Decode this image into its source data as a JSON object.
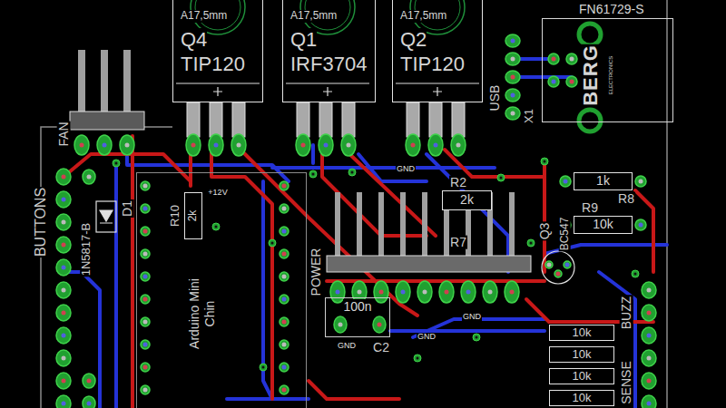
{
  "diagram": {
    "nodes": [
      {
        "text": [
          "A17,5mm",
          "Q4",
          "TIP120"
        ]
      },
      {
        "text": [
          "A17,5mm",
          "Q1",
          "IRF3704"
        ]
      },
      {
        "text": [
          "A17,5mm",
          "Q2",
          "TIP120"
        ]
      },
      {
        "text": [
          "FN61729-S",
          "BERG",
          "ELECTRONICS"
        ]
      },
      {
        "text": [
          "Arduino Mini Chin"
        ]
      },
      {
        "text": [
          "2k"
        ],
        "in": 4
      },
      {
        "text": [
          "2k"
        ]
      },
      {
        "text": [
          "1k"
        ]
      },
      {
        "text": [
          "10k"
        ]
      },
      {
        "text": [
          "100n"
        ]
      },
      {
        "text": [
          "10k"
        ]
      },
      {
        "text": [
          "10k"
        ]
      },
      {
        "text": [
          "10k"
        ]
      },
      {
        "text": [
          "10k"
        ]
      }
    ],
    "labels": [
      "FAN",
      "BUTTONS",
      "1N5817-B",
      "D1",
      "R10",
      "+12V",
      "POWER",
      "R2",
      "R7",
      "C2",
      "USB",
      "X1",
      "R8",
      "R9",
      "Q3",
      "BC547",
      "BUZZ",
      "SENSE",
      "GND",
      "GND",
      "GND",
      "GND"
    ]
  }
}
